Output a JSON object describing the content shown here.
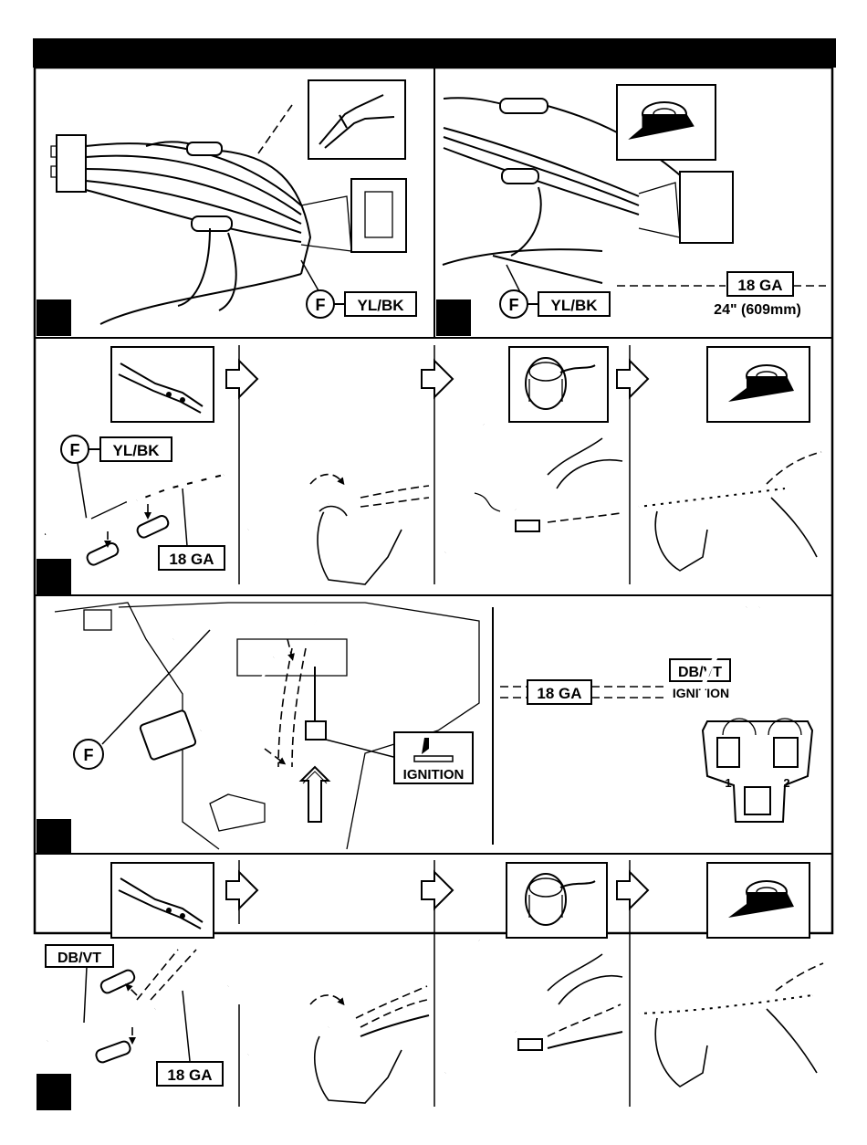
{
  "wires": {
    "yl_bk": "YL/BK",
    "db_vt": "DB/VT",
    "ga18": "18 GA"
  },
  "callouts": {
    "f": "F",
    "ignition": "IGNITION",
    "length": "24\" (609mm)"
  },
  "connector_pins": [
    "1",
    "2"
  ],
  "icons": [
    "cutter-icon",
    "tape-roll-icon",
    "crimper-icon",
    "solder-spool-icon",
    "ignition-key-icon",
    "step-arrow-icon"
  ]
}
